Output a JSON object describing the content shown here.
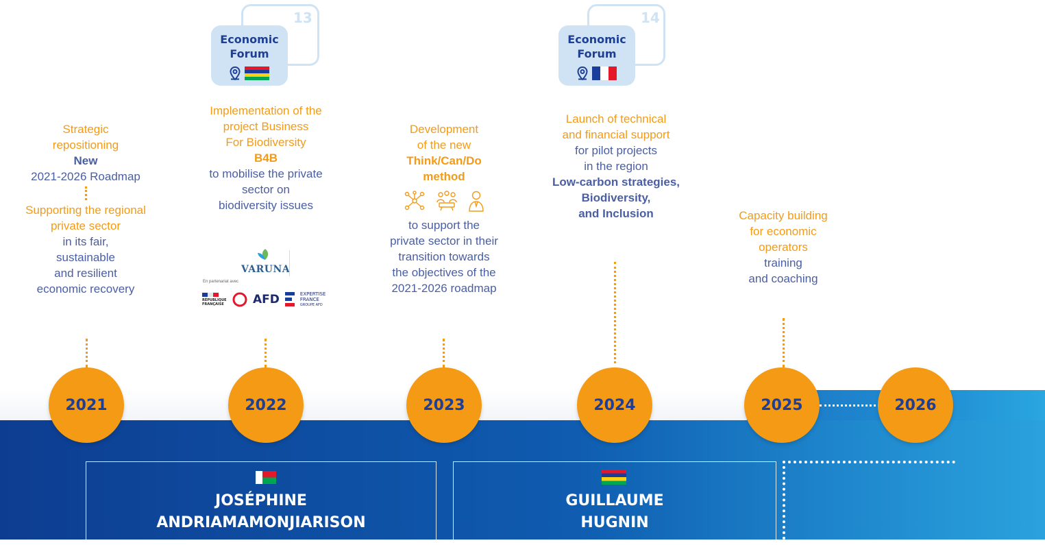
{
  "forums": [
    {
      "number": "13",
      "title_line1": "Economic",
      "title_line2": "Forum",
      "flag": "mauritius-flag"
    },
    {
      "number": "14",
      "title_line1": "Economic",
      "title_line2": "Forum",
      "flag": "france-flag"
    }
  ],
  "blocks": {
    "y2021": {
      "l1": "Strategic",
      "l2": "repositioning",
      "l3": "New",
      "l4": "2021-2026 Roadmap",
      "l5": "Supporting the regional",
      "l6": "private sector",
      "l7": "in its fair,",
      "l8": "sustainable",
      "l9": "and resilient",
      "l10": "economic recovery"
    },
    "y2022": {
      "l1": "Implementation of the",
      "l2": "project Business",
      "l3": "For Biodiversity",
      "l4": "B4B",
      "l5": "to mobilise the private",
      "l6": "sector on",
      "l7": "biodiversity issues"
    },
    "y2023": {
      "l1": "Development",
      "l2": "of the new",
      "l3": "Think/Can/Do",
      "l4": "method",
      "l5": "to support the",
      "l6": "private sector in their",
      "l7": "transition towards",
      "l8": "the objectives of the",
      "l9": "2021-2026 roadmap"
    },
    "y2024": {
      "l1": "Launch of technical",
      "l2": "and financial support",
      "l3": "for pilot projects",
      "l4": "in the region",
      "l5": "Low-carbon strategies,",
      "l6": "Biodiversity,",
      "l7": "and Inclusion"
    },
    "y2025": {
      "l1": "Capacity building",
      "l2": "for economic",
      "l3": "operators",
      "l4": "training",
      "l5": "and coaching"
    }
  },
  "years": [
    "2021",
    "2022",
    "2023",
    "2024",
    "2025",
    "2026"
  ],
  "logos": {
    "varuna": "VARUNA",
    "partner_small": "En partenariat avec",
    "rf": "RÉPUBLIQUE FRANÇAISE",
    "afd": "AFD",
    "expertise_l1": "EXPERTISE",
    "expertise_l2": "FRANCE",
    "expertise_l3": "GROUPE AFD"
  },
  "people": [
    {
      "flag": "madagascar-flag",
      "line1": "JOSÉPHINE",
      "line2": "ANDRIAMAMONJIARISON"
    },
    {
      "flag": "mauritius-flag",
      "line1": "GUILLAUME",
      "line2": "HUGNIN"
    }
  ],
  "colors": {
    "accent_orange": "#f49a14",
    "navy": "#1e3f95",
    "light_blue": "#cfe3f4"
  }
}
